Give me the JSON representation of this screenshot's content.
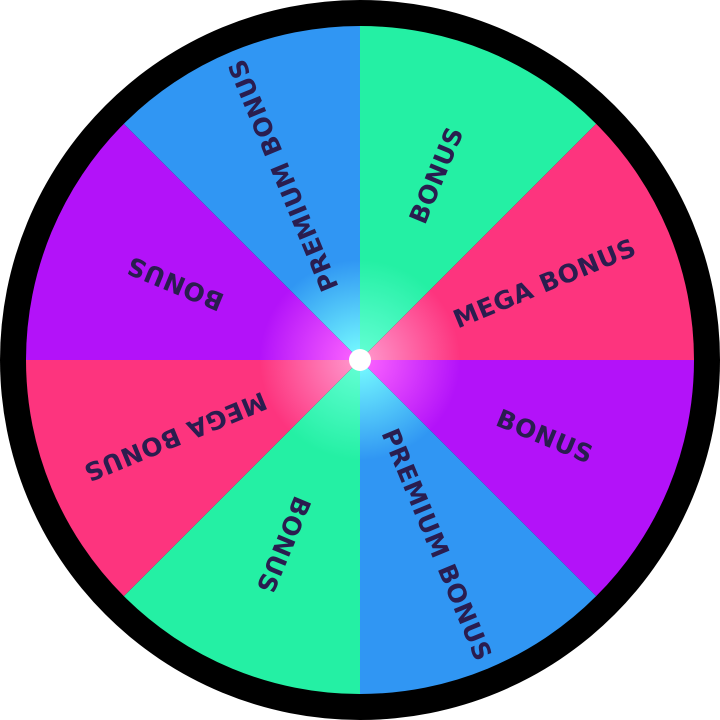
{
  "wheel": {
    "rim_color": "#000000",
    "hub_color": "#ffffff",
    "label_color": "#2a1d4f",
    "segments": [
      {
        "label": "BONUS",
        "color": "#24f0a4",
        "glow": "#66ffd6"
      },
      {
        "label": "MEGA BONUS",
        "color": "#fd347e",
        "glow": "#ff9bd0"
      },
      {
        "label": "BONUS",
        "color": "#b312f9",
        "glow": "#ff66ff"
      },
      {
        "label": "PREMIUM BONUS",
        "color": "#3096f3",
        "glow": "#78ffff"
      },
      {
        "label": "BONUS",
        "color": "#24f0a4",
        "glow": "#66ffd6"
      },
      {
        "label": "MEGA BONUS",
        "color": "#fd347e",
        "glow": "#ff9bd0"
      },
      {
        "label": "BONUS",
        "color": "#b312f9",
        "glow": "#ff66ff"
      },
      {
        "label": "PREMIUM BONUS",
        "color": "#3096f3",
        "glow": "#78ffff"
      }
    ]
  }
}
